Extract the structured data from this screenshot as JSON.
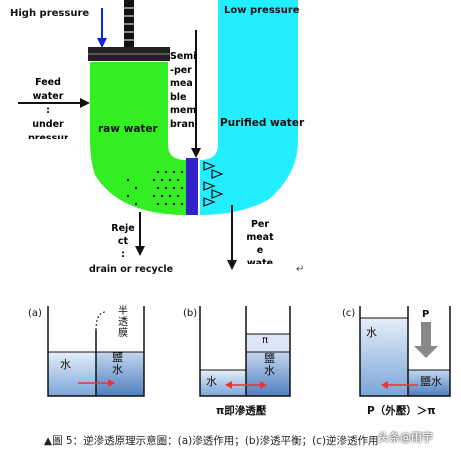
{
  "top_diagram": {
    "high_pressure": "High pressure",
    "low_pressure": "Low pressure",
    "feed_lines": [
      "Feed",
      "water",
      ":",
      "under",
      "pressure"
    ],
    "raw_water": "raw water",
    "membrane_lines": [
      "Semi",
      "-per",
      "mea",
      "ble",
      "mem",
      "bran"
    ],
    "purified_water": "Purified water",
    "reject_lines": [
      "Reje",
      "ct",
      ":"
    ],
    "drain": "drain or recycle",
    "permeate_lines": [
      "Per",
      "meat",
      "e",
      "wate"
    ],
    "return_mark": "↵",
    "colors": {
      "raw_water": "#33ee22",
      "purified_water": "#22eeff",
      "membrane": "#3322cc",
      "arrow_high": "#1122dd"
    }
  },
  "panels": [
    {
      "letter": "(a)",
      "left_label": "水",
      "right_label": "鹽\n水",
      "membrane_label": "半\n透\n膜",
      "bottom_label": ""
    },
    {
      "letter": "(b)",
      "left_label": "水",
      "right_label": "鹽\n水",
      "pi_label": "π",
      "bottom_label": "π即滲透壓"
    },
    {
      "letter": "(c)",
      "left_label": "水",
      "right_label": "鹽水",
      "pressure_label": "P",
      "bottom_label": "P（外壓）＞π"
    }
  ],
  "caption": "▲圖 5：逆滲透原理示意圖：(a)滲透作用；(b)滲透平衡；(c)逆滲透作用",
  "watermark": "头条@雨宇"
}
